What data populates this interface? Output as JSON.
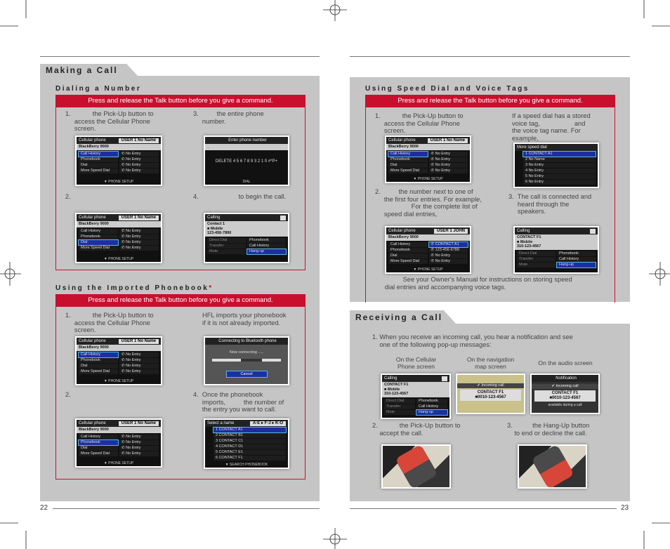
{
  "left_page": {
    "section_title": "Making a Call",
    "page_number": "22",
    "dialing": {
      "heading": "Dialing a Number",
      "banner": "Press and release the Talk button before you give a command.",
      "steps": {
        "s1": "1.            the Pick-Up button to\n     access the Cellular Phone\n     screen.",
        "s2": "2.",
        "s3": "3.          the entire phone\n     number.",
        "s4": "4.                      to begin the call."
      }
    },
    "phonebook": {
      "heading": "Using the Imported Phonebook",
      "asterisk": "*",
      "banner": "Press and release the Talk button before you give a command.",
      "steps": {
        "s1": "1.            the Pick-Up button to\n     access the Cellular Phone\n     screen.",
        "s2": "2.",
        "s3": "HFL imports your phonebook\nif it is not already imported.",
        "s4": "4.  Once the phonebook\n     imports,          the number of\n     the entry you want to call."
      }
    }
  },
  "right_page": {
    "page_number": "23",
    "speed_dial": {
      "heading": "Using Speed Dial and Voice Tags",
      "banner": "Press and release the Talk button before you give a command.",
      "steps": {
        "s1": "1.            the Pick-Up button to\n     access the Cellular Phone\n     screen.",
        "s1b": "If a speed dial has a stored\nvoice tag,                   and\nthe voice tag name. For\nexample,",
        "s2": "2.          the number next to one of\n     the first four entries. For example,\n                    For the complete list of\n     speed dial entries,",
        "s3": "3.  The call is connected and\n     heard through the\n     speakers.",
        "note": "             See your Owner's Manual for instructions on storing speed\n   dial entries and accompanying voice tags."
      }
    },
    "receiving": {
      "section_title": "Receiving a Call",
      "s1": "1. When you receive an incoming call, you hear a notification and see\n    one of the following pop-up messages:",
      "labels": [
        "On the Cellular\nPhone screen",
        "On the navigation\nmap screen",
        "On the audio screen"
      ],
      "s2": "2.            the Pick-Up button to\n    accept the call.",
      "s3": "3.           the Hang-Up button\n    to end or decline the call."
    }
  },
  "screens": {
    "cell_menu": {
      "title": "Cellular phone",
      "user": "USER 1 No Name",
      "device": "BlackBerry 9000",
      "left": [
        "Call History",
        "Phonebook",
        "Dial",
        "More Speed Dial"
      ],
      "right": [
        "No Entry",
        "No Entry",
        "No Entry",
        "No Entry"
      ],
      "footer": "PHONE SETUP"
    },
    "cell_menu_john": {
      "user": "USER 1 JOHN",
      "right": [
        "CONTACT A1",
        "123-456-6789",
        "No Entry",
        "No Entry"
      ]
    },
    "dialpad": {
      "title": "Enter phone number",
      "keys": "DELETE  4 5 6 7 8 9 3 2 1 0  #*P+",
      "footer": "DIAL"
    },
    "calling": {
      "title": "Calling",
      "contact": "Contact 1",
      "type": "Mobile",
      "number": "123-456-7890",
      "left": [
        "Direct Dial",
        "Transfer",
        "Mute"
      ],
      "right": [
        "Phonebook",
        "Call History",
        "Hang-up"
      ]
    },
    "calling_f1": {
      "contact": "CONTACT F1",
      "number": "310-123-4567"
    },
    "connecting": {
      "title": "Connecting to Bluetooth phone",
      "status": "Now connecting .....",
      "cancel": "Cancel",
      "progress": 0.6
    },
    "select_name": {
      "title": "Select a name",
      "tabs": [
        "A-E",
        "F-J",
        "K-O"
      ],
      "items": [
        "CONTACT A1",
        "CONTACT B1",
        "CONTACT C1",
        "CONTACT D1",
        "CONTACT E1",
        "CONTACT F1"
      ],
      "footer": "SEARCH PHONEBOOK"
    },
    "speed_dial": {
      "title": "More speed dial",
      "items": [
        "CONTACT A1",
        "No Name",
        "No Entry",
        "No Entry",
        "No Entry",
        "No Entry"
      ]
    },
    "incoming": {
      "notice": "Incoming call",
      "contact": "CONTACT F1",
      "number": "0010-123-4567",
      "audio_title": "Notification",
      "audio_note": "available during a call"
    }
  },
  "colors": {
    "accent_red": "#c8102e",
    "panel_gray": "#c5c5c5",
    "highlight_blue": "#1d2fa0"
  }
}
